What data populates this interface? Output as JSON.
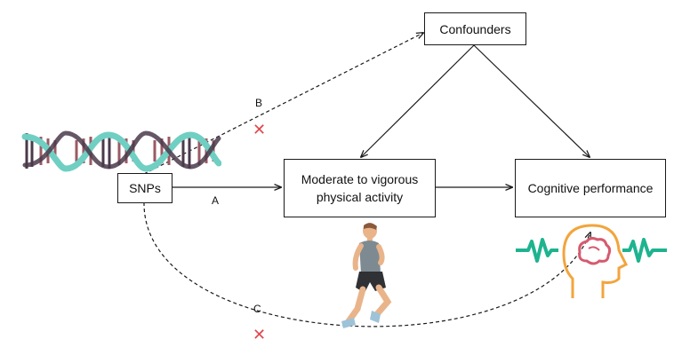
{
  "nodes": {
    "confounders": "Confounders",
    "snps": "SNPs",
    "mvpa_line1": "Moderate to vigorous",
    "mvpa_line2": "physical activity",
    "cognitive": "Cognitive performance"
  },
  "edge_labels": {
    "a": "A",
    "b": "B",
    "c": "C"
  },
  "cross_symbol": "✕",
  "colors": {
    "line": "#1a1a1a",
    "cross": "#e0474c",
    "dna_dark": "#4a3a4a",
    "dna_teal": "#6fcfc2",
    "dna_rung": "#9a5a64",
    "brain_wave": "#1eb38f",
    "head_outline": "#f2a53c",
    "brain": "#d65a6e",
    "runner_skin": "#e9b48a",
    "runner_shirt": "#7d8a91",
    "runner_shorts": "#2f3134",
    "runner_shoes": "#9ec3d8"
  },
  "icons": {
    "dna": "dna-helix-icon",
    "runner": "runner-icon",
    "head": "head-brain-icon"
  }
}
